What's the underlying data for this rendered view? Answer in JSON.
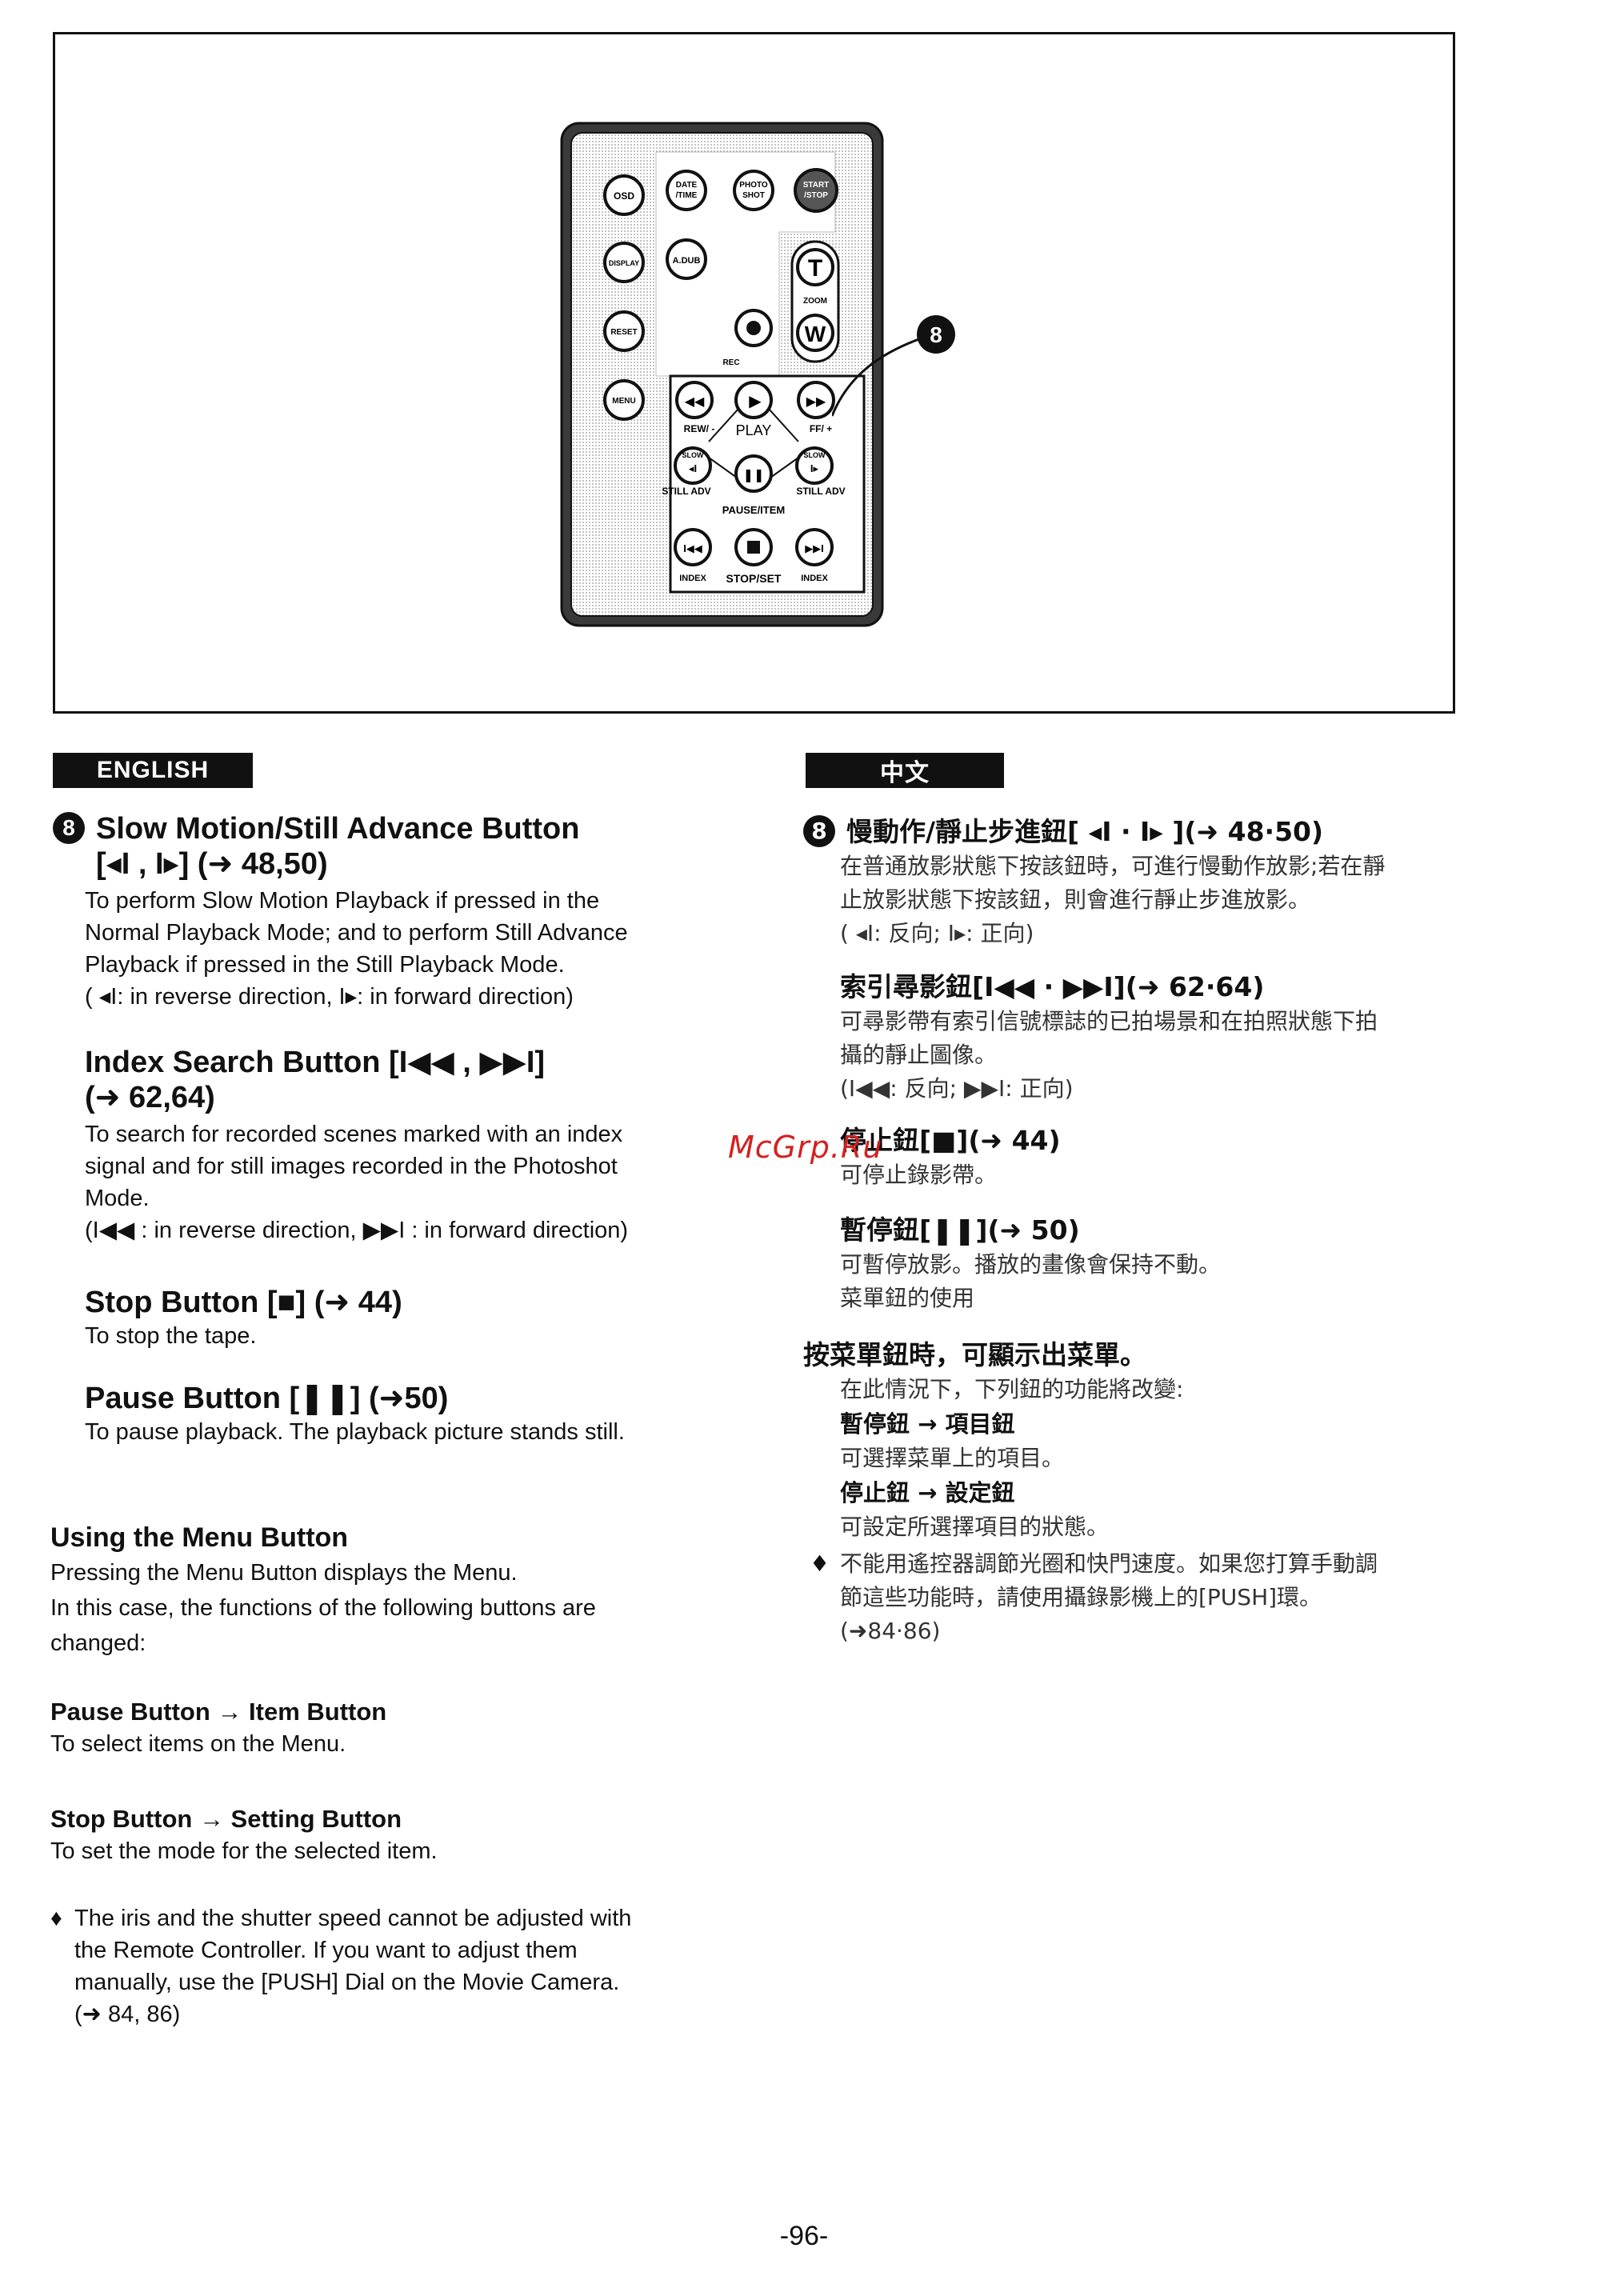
{
  "figure": {
    "remote_labels": {
      "osd": "OSD",
      "date_time": "DATE /TIME",
      "photo_shot": "PHOTO SHOT",
      "start_stop": "START /STOP",
      "display": "DISPLAY",
      "adub": "A.DUB",
      "t": "T",
      "zoom": "ZOOM",
      "w": "W",
      "reset": "RESET",
      "rec": "REC",
      "menu": "MENU",
      "rew": "REW/ -",
      "play": "PLAY",
      "ff": "FF/ +",
      "slow_left": "SLOW",
      "slow_right": "SLOW",
      "still_adv_left": "STILL ADV",
      "still_adv_right": "STILL ADV",
      "pause_item": "PAUSE/ITEM",
      "index_left": "INDEX",
      "stop_set": "STOP/SET",
      "index_right": "INDEX"
    },
    "callout_number": "8"
  },
  "english": {
    "header": "ENGLISH",
    "section_number": "8",
    "slow_title_line1": "Slow Motion/Still Advance Button",
    "slow_title_line2": "[◂I , I▸] (➜ 48,50)",
    "slow_text": [
      "To perform Slow Motion Playback if pressed in the",
      "Normal Playback Mode; and to perform Still Advance",
      "Playback if pressed in the Still Playback Mode.",
      "( ◂I: in reverse direction, I▸: in forward direction)"
    ],
    "index_title_line1": "Index Search Button [I◀◀ , ▶▶I]",
    "index_title_line2": "(➜ 62,64)",
    "index_text": [
      "To search for recorded scenes marked with an index",
      "signal and for still images recorded in the Photoshot",
      "Mode.",
      "(I◀◀ : in reverse direction,  ▶▶I : in forward direction)"
    ],
    "stop_title": "Stop Button [■] (➜ 44)",
    "stop_text": "To stop the tape.",
    "pause_title": "Pause Button [❚❚] (➜50)",
    "pause_text": "To pause playback. The playback picture stands still.",
    "menu_heading": "Using the Menu Button",
    "menu_text": [
      "Pressing the Menu Button displays the Menu.",
      "In this case, the functions of the following buttons are",
      "changed:"
    ],
    "pause_item_heading": "Pause Button → Item Button",
    "pause_item_text": "To select items on the Menu.",
    "stop_setting_heading": "Stop Button → Setting Button",
    "stop_setting_text": "To set the mode for the selected item.",
    "note_bullet": "♦",
    "note_text": [
      "The iris and the shutter speed cannot be adjusted with",
      "the Remote Controller. If you want to adjust them",
      "manually, use the [PUSH] Dial on the Movie Camera.",
      "(➜ 84, 86)"
    ]
  },
  "chinese": {
    "header": "中文",
    "section_number": "8",
    "slow_title": "慢動作/靜止步進鈕[ ◂I · I▸ ](➜ 48·50)",
    "slow_text": [
      "在普通放影狀態下按該鈕時，可進行慢動作放影;若在靜",
      "止放影狀態下按該鈕，則會進行靜止步進放影。",
      "( ◂I: 反向; I▸: 正向)"
    ],
    "index_title": "索引尋影鈕[I◀◀ · ▶▶I](➜ 62·64)",
    "index_text": [
      "可尋影帶有索引信號標誌的已拍場景和在拍照狀態下拍",
      "攝的靜止圖像。",
      "(I◀◀: 反向; ▶▶I: 正向)"
    ],
    "stop_title": "停止鈕[■](➜ 44)",
    "stop_text": "可停止錄影帶。",
    "pause_title": "暫停鈕[❚❚](➜ 50)",
    "pause_text": [
      "可暫停放影。播放的畫像會保持不動。",
      "菜單鈕的使用"
    ],
    "menu_heading": "按菜單鈕時，可顯示出菜單。",
    "menu_text": "在此情況下，下列鈕的功能將改變:",
    "pause_item_heading": "暫停鈕 → 項目鈕",
    "pause_item_text": "可選擇菜單上的項目。",
    "stop_setting_heading": "停止鈕 → 設定鈕",
    "stop_setting_text": "可設定所選擇項目的狀態。",
    "note_bullet": "♦",
    "note_text": [
      "不能用遙控器調節光圈和快門速度。如果您打算手動調",
      "節這些功能時，請使用攝錄影機上的[PUSH]環。",
      "(➜84·86)"
    ]
  },
  "watermark": "McGrp.Ru",
  "page_number": "-96-"
}
